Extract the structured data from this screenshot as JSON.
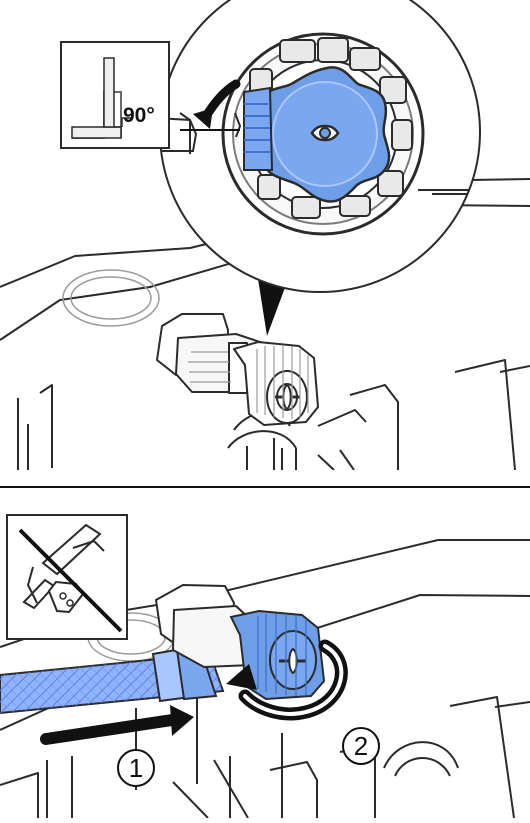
{
  "figure": {
    "top_panel": {
      "angle_label": "90°"
    },
    "bottom_panel": {
      "step_1_label": "1",
      "step_2_label": "2"
    }
  },
  "colors": {
    "line": "#2b2b2b",
    "detail_line": "#9b9b9b",
    "valve_blue": "#6f9ee8",
    "valve_blue_light": "#a9c6ff",
    "valve_blue_dark": "#3f73c9",
    "hose_blue": "#8fb3ff",
    "hose_hatch": "#5c7fd8",
    "inset_fill": "#ffffff"
  },
  "icons": {
    "angle_symbol": "right-angle-icon",
    "rotate_arrow": "rotate-arrow-icon",
    "no_pliers": "no-pliers-icon",
    "push_arrow": "push-arrow-icon",
    "clockwise_arrow": "clockwise-arrow-icon"
  }
}
